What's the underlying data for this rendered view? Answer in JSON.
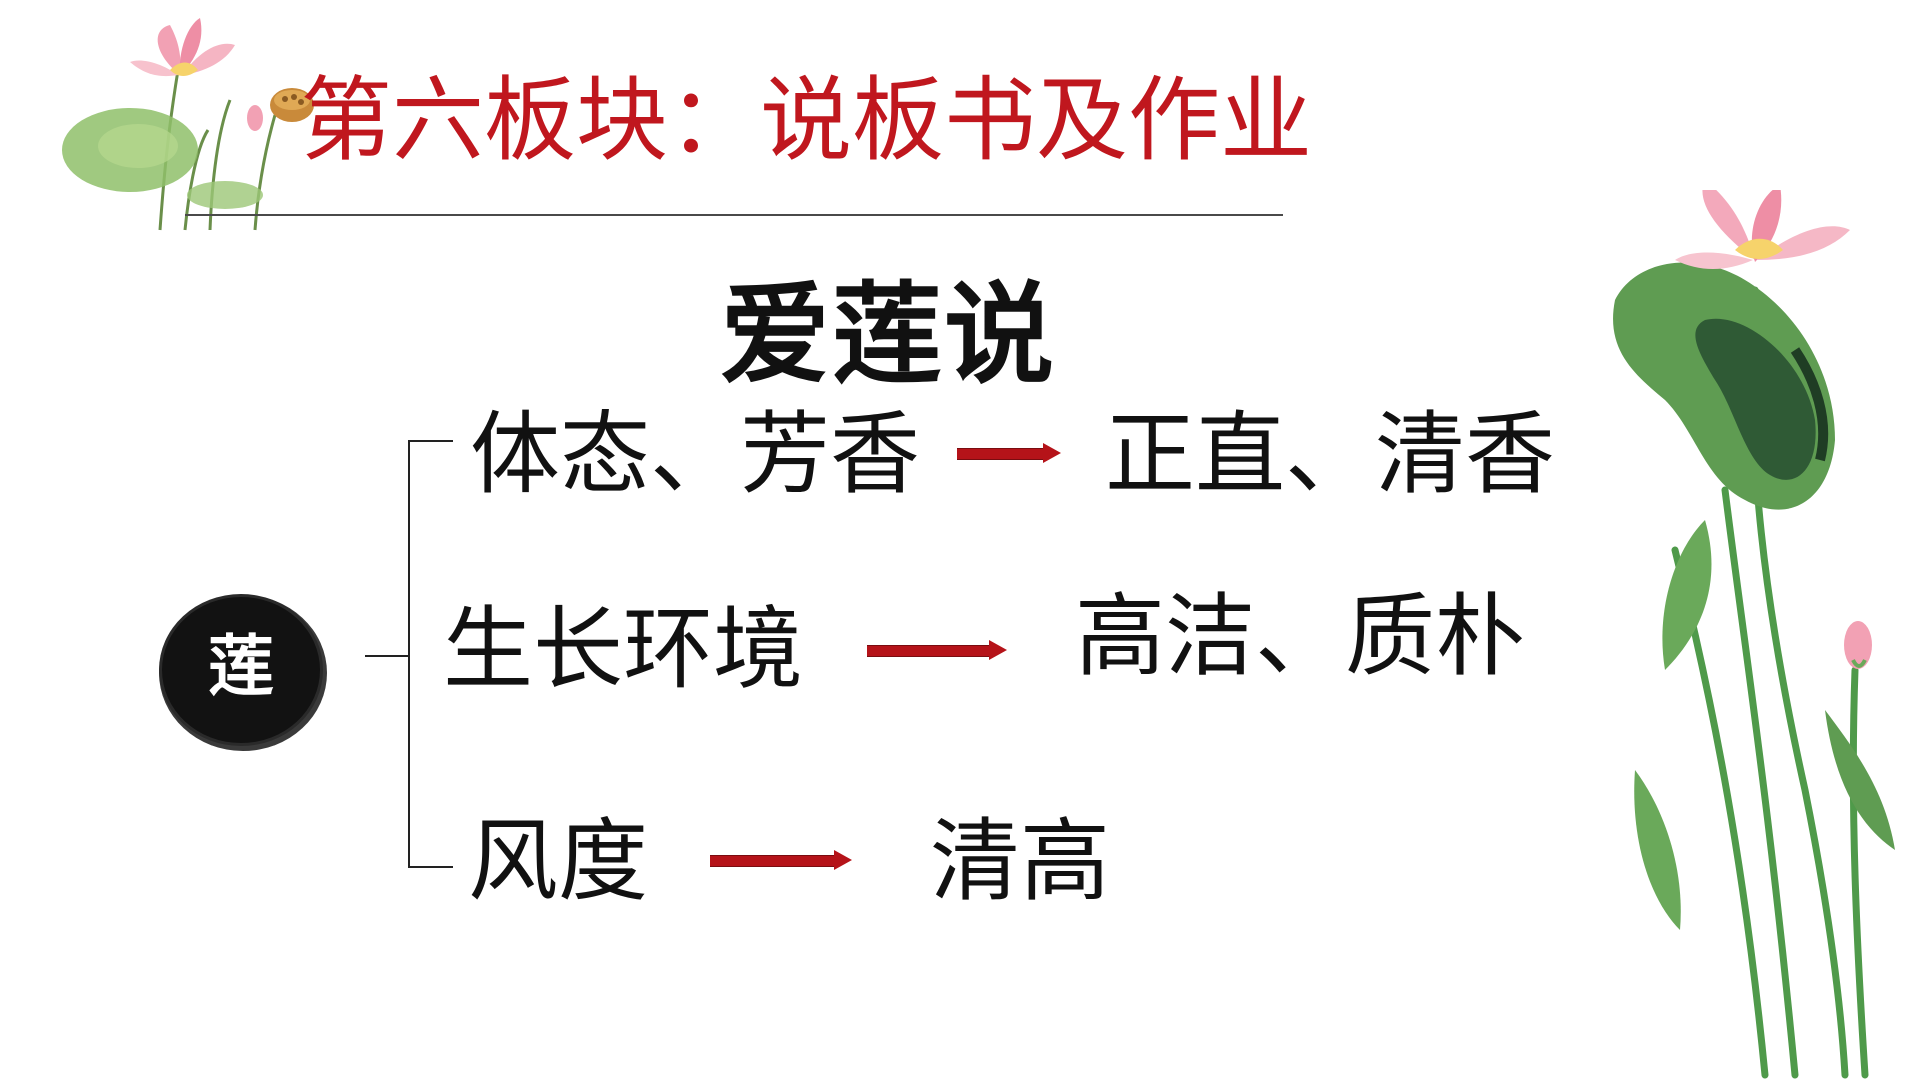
{
  "title": "第六板块：说板书及作业",
  "heading": "爱莲说",
  "root_node": "莲",
  "rows": [
    {
      "left": "体态、芳香",
      "right": "正直、清香"
    },
    {
      "left": "生长环境",
      "right": "高洁、质朴"
    },
    {
      "left": "风度",
      "right": "清高"
    }
  ],
  "colors": {
    "title": "#c0171e",
    "arrow": "#b51319",
    "text": "#111111"
  },
  "decorations": [
    "lotus-flower-icon",
    "lotus-leaf-icon",
    "lotus-bud-icon",
    "lotus-seedpod-icon"
  ]
}
